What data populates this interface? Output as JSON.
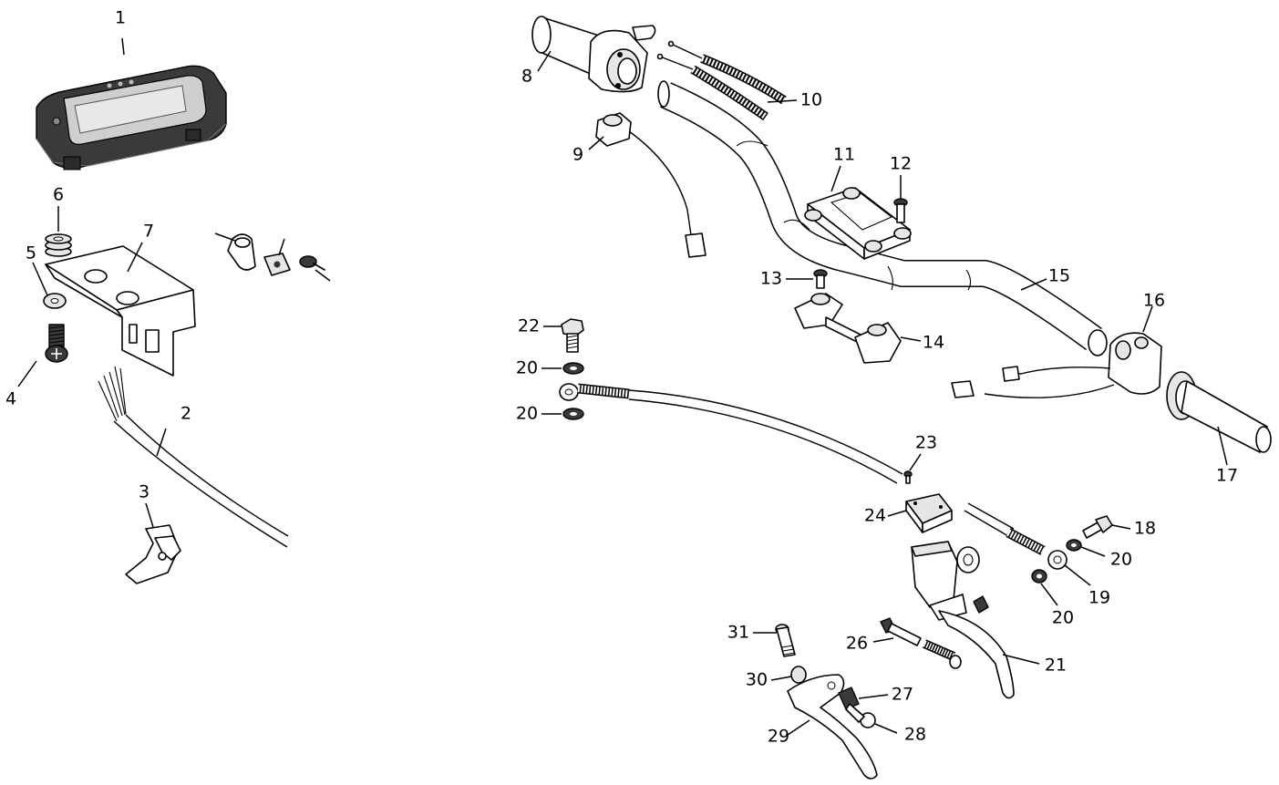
{
  "diagram": {
    "callouts": [
      {
        "id": "c1",
        "text": "1"
      },
      {
        "id": "c2",
        "text": "2"
      },
      {
        "id": "c3",
        "text": "3"
      },
      {
        "id": "c4",
        "text": "4"
      },
      {
        "id": "c5",
        "text": "5"
      },
      {
        "id": "c6",
        "text": "6"
      },
      {
        "id": "c7",
        "text": "7"
      },
      {
        "id": "c8",
        "text": "8"
      },
      {
        "id": "c9",
        "text": "9"
      },
      {
        "id": "c10",
        "text": "10"
      },
      {
        "id": "c11",
        "text": "11"
      },
      {
        "id": "c12",
        "text": "12"
      },
      {
        "id": "c13",
        "text": "13"
      },
      {
        "id": "c14",
        "text": "14"
      },
      {
        "id": "c15",
        "text": "15"
      },
      {
        "id": "c16",
        "text": "16"
      },
      {
        "id": "c17",
        "text": "17"
      },
      {
        "id": "c18",
        "text": "18"
      },
      {
        "id": "c19",
        "text": "19"
      },
      {
        "id": "c20a",
        "text": "20"
      },
      {
        "id": "c20b",
        "text": "20"
      },
      {
        "id": "c20c",
        "text": "20"
      },
      {
        "id": "c20d",
        "text": "20"
      },
      {
        "id": "c21",
        "text": "21"
      },
      {
        "id": "c22",
        "text": "22"
      },
      {
        "id": "c23",
        "text": "23"
      },
      {
        "id": "c24",
        "text": "24"
      },
      {
        "id": "c26",
        "text": "26"
      },
      {
        "id": "c27",
        "text": "27"
      },
      {
        "id": "c28",
        "text": "28"
      },
      {
        "id": "c29",
        "text": "29"
      },
      {
        "id": "c30",
        "text": "30"
      },
      {
        "id": "c31",
        "text": "31"
      }
    ]
  }
}
